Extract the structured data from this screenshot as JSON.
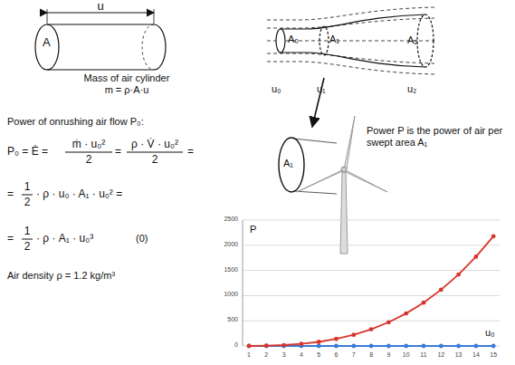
{
  "diagram": {
    "labels": [
      "u",
      "A",
      "Mass of air cylinder",
      "m = ρ·A·u",
      "A₀",
      "A₁",
      "A₂",
      "u₀",
      "u₁",
      "u₂",
      "A₁",
      "Power P is the power of air per swept area A₁",
      "Power of onrushing air flow P₀:",
      "P₀ = Ė =",
      "ṁ · u₀²",
      "2",
      "=",
      "ρ · V̇ · u₀²",
      "2",
      "=",
      "=",
      "1",
      "2",
      "· ρ · u₀ · A₁ · u₀² =",
      "=",
      "1",
      "2",
      "· ρ · A₁ · u₀³",
      "(0)",
      "Air density ρ = 1.2 kg/m³",
      "P",
      "u₀",
      "0",
      "500",
      "1000",
      "1500",
      "2000",
      "2500",
      "1",
      "2",
      "3",
      "4",
      "5",
      "6",
      "7",
      "8",
      "9",
      "10",
      "11",
      "12",
      "13",
      "14",
      "15"
    ]
  }
}
